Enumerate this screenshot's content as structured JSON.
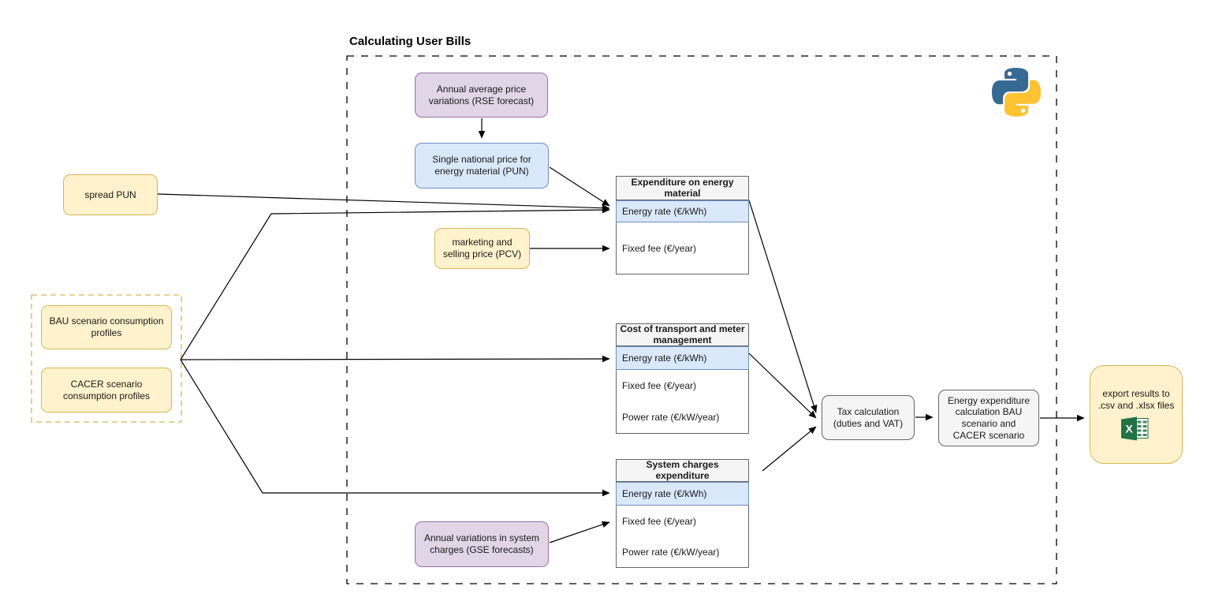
{
  "title": "Calculating User Bills",
  "nodes": {
    "rse": {
      "label": "Annual average price variations (RSE forecast)"
    },
    "pun": {
      "label": "Single national price for energy material (PUN)"
    },
    "spread_pun": {
      "label": "spread PUN"
    },
    "pcv": {
      "label": "marketing and selling price (PCV)"
    },
    "bau_profiles": {
      "label": "BAU scenario consumption profiles"
    },
    "cacer_profiles": {
      "label": "CACER scenario consumption profiles"
    },
    "gse": {
      "label": "Annual variations in system charges (GSE forecasts)"
    },
    "tax": {
      "label": "Tax calculation (duties and VAT)"
    },
    "energy_expenditure": {
      "label": "Energy expenditure calculation BAU scenario and CACER scenario"
    },
    "export": {
      "label": "export results to .csv and .xlsx files"
    }
  },
  "tables": {
    "energy_material": {
      "title": "Expenditure on energy material",
      "rows": [
        "Energy rate (€/kWh)",
        "Fixed fee (€/year)"
      ]
    },
    "transport": {
      "title": "Cost of transport and meter management",
      "rows": [
        "Energy rate (€/kWh)",
        "Fixed fee (€/year)",
        "Power rate (€/kW/year)"
      ]
    },
    "system_charges": {
      "title": "System charges expenditure",
      "rows": [
        "Energy rate (€/kWh)",
        "Fixed fee (€/year)",
        "Power rate (€/kW/year)"
      ]
    }
  },
  "icons": {
    "python": "python-logo",
    "excel": "excel-spreadsheet-icon"
  },
  "colors": {
    "yellow_fill": "#FFF2CC",
    "yellow_stroke": "#D6B656",
    "purple_fill": "#E1D5E7",
    "purple_stroke": "#9673A6",
    "blue_fill": "#DAE8FC",
    "blue_stroke": "#6C8EBF",
    "gray_fill": "#F5F5F5",
    "gray_stroke": "#666666",
    "highlight_row_fill": "#DAE8FC",
    "python_blue": "#366994",
    "python_yellow": "#FFC331",
    "excel_green": "#217346",
    "connector": "#000000"
  }
}
